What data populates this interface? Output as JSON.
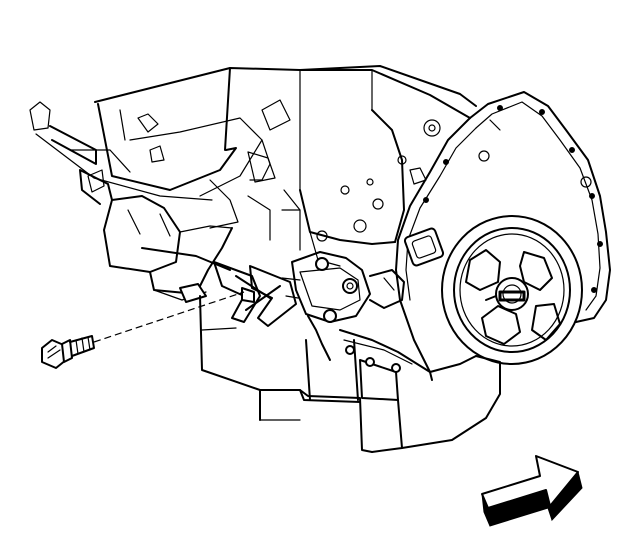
{
  "diagram": {
    "parts": [
      {
        "id": "engine-block",
        "icon": "engine-block-drawing"
      },
      {
        "id": "front-cover",
        "icon": "front-cover-gasket-drawing"
      },
      {
        "id": "crankshaft-balancer",
        "icon": "balancer-pulley-drawing"
      },
      {
        "id": "engine-mount-bracket",
        "icon": "mount-bracket-drawing"
      },
      {
        "id": "oil-pan",
        "icon": "oil-pan-drawing"
      },
      {
        "id": "mount-bolt",
        "icon": "bolt-drawing"
      }
    ],
    "orientation_arrow": {
      "icon": "front-direction-arrow-icon"
    },
    "colors": {
      "line": "#000000",
      "background": "#ffffff"
    }
  }
}
